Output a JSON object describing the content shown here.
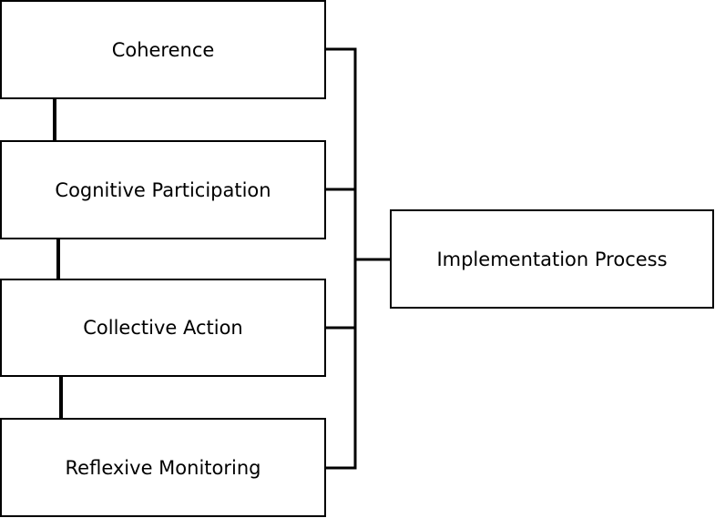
{
  "diagram": {
    "boxes": {
      "coherence": "Coherence",
      "cognitive_participation": "Cognitive Participation",
      "collective_action": "Collective Action",
      "reflexive_monitoring": "Reflexive Monitoring",
      "implementation_process": "Implementation Process"
    },
    "colors": {
      "box_fill": "#ffffff",
      "stroke": "#000000",
      "text": "#000000"
    }
  }
}
